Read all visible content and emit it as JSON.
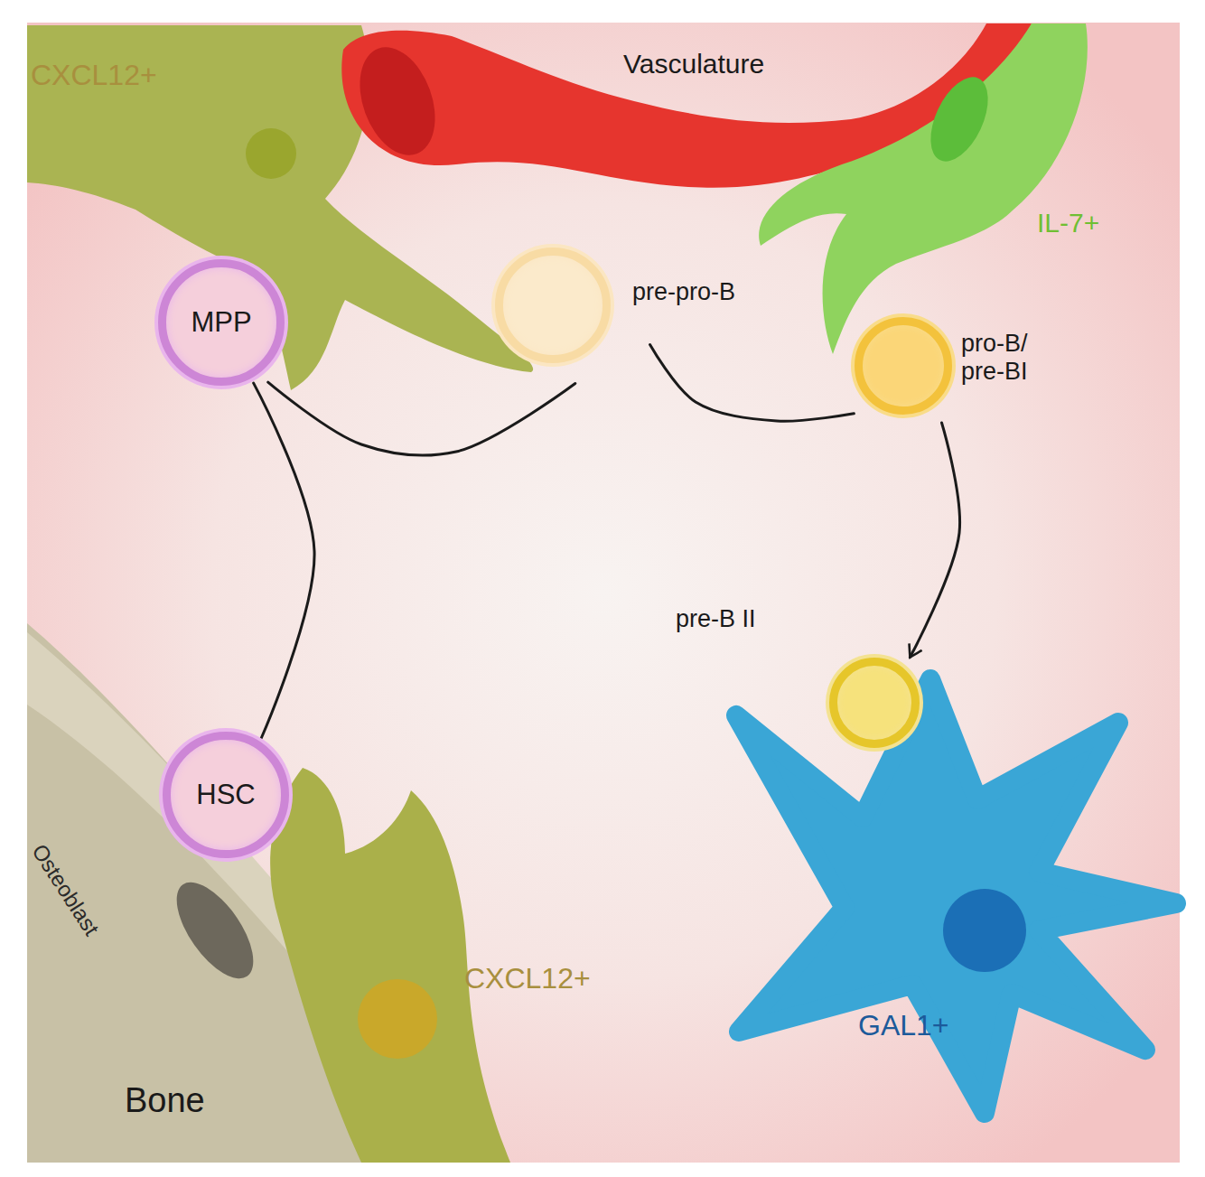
{
  "diagram": {
    "nodes": [
      {
        "text": [
          "MPP"
        ]
      },
      {
        "text": [
          "pre-pro-B"
        ]
      },
      {
        "text": [
          "pro-B/ pre-BI"
        ]
      },
      {
        "text": [
          "pre-B II"
        ]
      },
      {
        "text": [
          "HSC"
        ]
      }
    ],
    "edges": [
      {
        "from": 4,
        "to": 0,
        "arrow": "none"
      },
      {
        "from": 0,
        "to": 1,
        "arrow": "none"
      },
      {
        "from": 1,
        "to": 2,
        "arrow": "none"
      },
      {
        "from": 2,
        "to": 3,
        "arrow": "to"
      }
    ],
    "labels": [
      "CXCL12+",
      "Vasculature",
      "IL-7+",
      "Osteoblast",
      "CXCL12+",
      "GAL1+",
      "Bone"
    ]
  }
}
